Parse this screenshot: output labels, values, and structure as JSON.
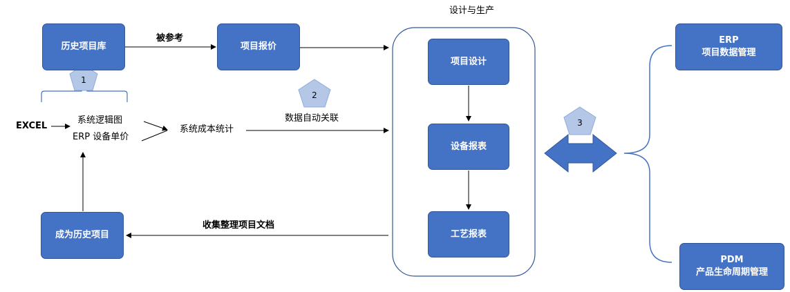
{
  "title": "设计与生产",
  "boxes": {
    "history_library": "历史项目库",
    "quote": "项目报价",
    "design": "项目设计",
    "equipment_report": "设备报表",
    "process_report": "工艺报表",
    "become_history": "成为历史项目",
    "erp": {
      "line1": "ERP",
      "line2": "项目数据管理"
    },
    "pdm": {
      "line1": "PDM",
      "line2": "产品生命周期管理"
    }
  },
  "labels": {
    "referenced": "被参考",
    "excel": "EXCEL",
    "system_logic": "系统逻辑图",
    "erp_price": "ERP 设备单价",
    "cost_stats": "系统成本统计",
    "auto_link": "数据自动关联",
    "collect_docs": "收集整理项目文档"
  },
  "markers": [
    "1",
    "2",
    "3"
  ],
  "colors": {
    "box_fill": "#4472c4",
    "box_border": "#2f5597",
    "pentagon_fill": "#b4c7e7",
    "pentagon_border": "#8faadc",
    "group_border": "#2f5597"
  }
}
